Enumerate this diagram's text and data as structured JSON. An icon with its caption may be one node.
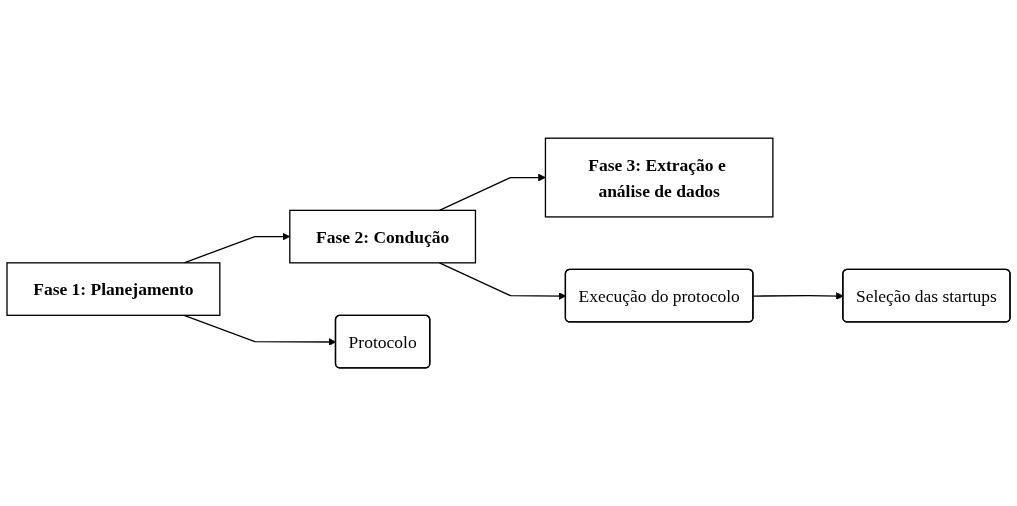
{
  "diagram": {
    "nodes": [
      {
        "text": [
          "Fase 1: Planejamento"
        ]
      },
      {
        "text": [
          "Fase 2: Condução"
        ]
      },
      {
        "text": [
          "Fase 3: Extração e análise de dados"
        ]
      },
      {
        "text": [
          "Protocolo"
        ]
      },
      {
        "text": [
          "Execução do protocolo"
        ]
      },
      {
        "text": [
          "Seleção das startups"
        ]
      }
    ],
    "edges": [
      {
        "from": 0,
        "to": 1,
        "arrow": "to"
      },
      {
        "from": 1,
        "to": 2,
        "arrow": "to"
      },
      {
        "from": 0,
        "to": 3,
        "arrow": "to"
      },
      {
        "from": 1,
        "to": 4,
        "arrow": "to"
      },
      {
        "from": 4,
        "to": 5,
        "arrow": "to"
      }
    ]
  }
}
